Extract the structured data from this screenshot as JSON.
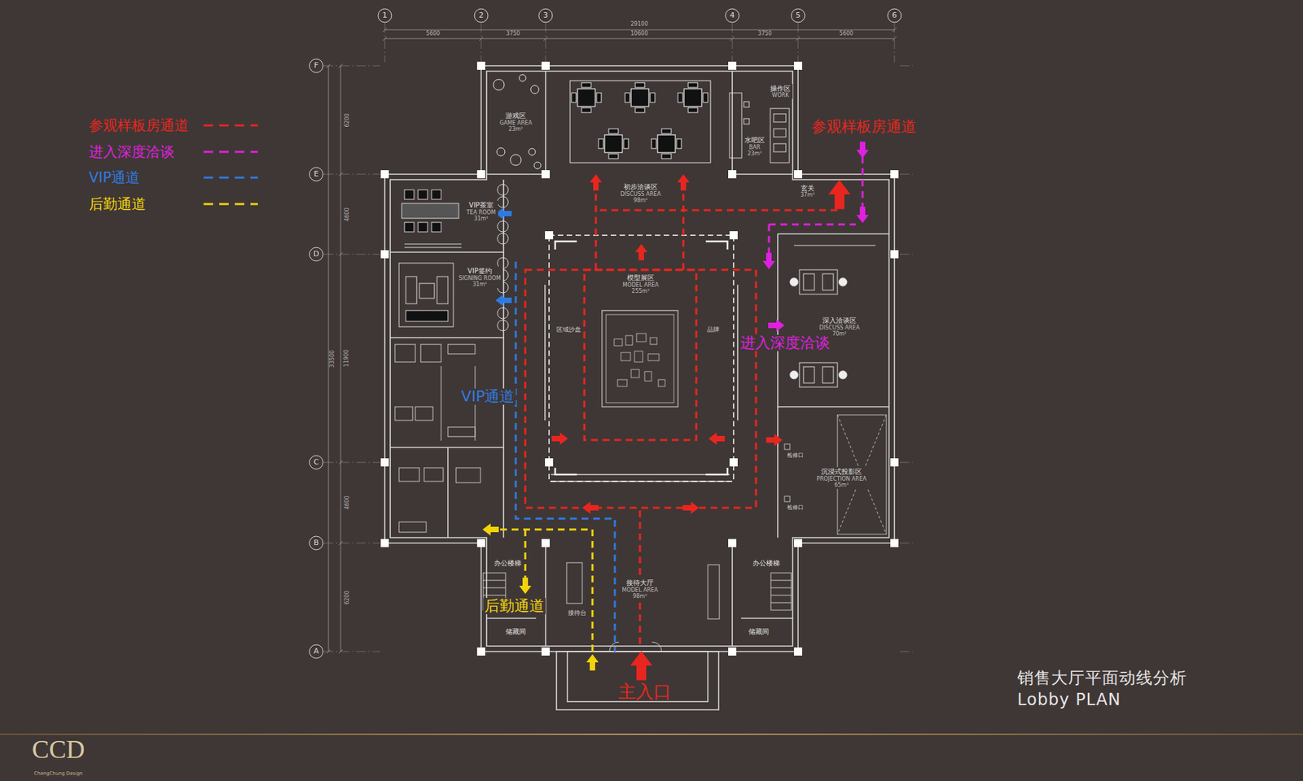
{
  "diagram": {
    "title": "销售大厅平面动线分析",
    "caption": "Lobby PLAN",
    "nodes": [
      {
        "text": [
          "游戏区",
          "GAME AREA",
          "23m²"
        ]
      },
      {
        "text": [
          "初步洽谈区",
          "DISCUSS AREA",
          "98m²"
        ]
      },
      {
        "text": [
          "操作区",
          "WORK"
        ]
      },
      {
        "text": [
          "水吧区",
          "BAR",
          "23m²"
        ]
      },
      {
        "text": [
          "VIP茶室",
          "TEA ROOM",
          "31m²"
        ]
      },
      {
        "text": [
          "VIP签约",
          "SIGNING ROOM",
          "31m²"
        ]
      },
      {
        "text": [
          "模型展区",
          "MODEL AREA",
          "255m²"
        ]
      },
      {
        "text": [
          "玄关",
          "37m²"
        ]
      },
      {
        "text": [
          "深入洽谈区",
          "DISCUSS AREA",
          "70m²"
        ]
      },
      {
        "text": [
          "沉浸式投影区",
          "PROJECTION AREA",
          "65m²"
        ]
      },
      {
        "text": [
          "办公楼梯"
        ]
      },
      {
        "text": [
          "接待大厅",
          "MODEL AREA",
          "98m²"
        ]
      },
      {
        "text": [
          "办公楼梯"
        ]
      },
      {
        "text": [
          "储藏间"
        ]
      },
      {
        "text": [
          "储藏间"
        ]
      }
    ],
    "labels": [
      "1",
      "2",
      "3",
      "4",
      "5",
      "6",
      "F",
      "E",
      "D",
      "C",
      "B",
      "A",
      "29100",
      "5600",
      "3750",
      "10600",
      "3750",
      "5600",
      "6200",
      "4600",
      "11900",
      "4600",
      "6200",
      "33500",
      "区域沙盘",
      "品牌",
      "检修口",
      "检修口",
      "接待台",
      "参观样板房通道",
      "进入深度洽谈",
      "VIP通道",
      "后勤通道",
      "主入口",
      "CCD",
      "ChengChung Design"
    ],
    "legend": [
      {
        "text": "参观样板房通道",
        "color": "#e8261f"
      },
      {
        "text": "进入深度洽谈",
        "color": "#e020e0"
      },
      {
        "text": "VIP通道",
        "color": "#2f7ae0"
      },
      {
        "text": "后勤通道",
        "color": "#f2d40a"
      }
    ]
  }
}
